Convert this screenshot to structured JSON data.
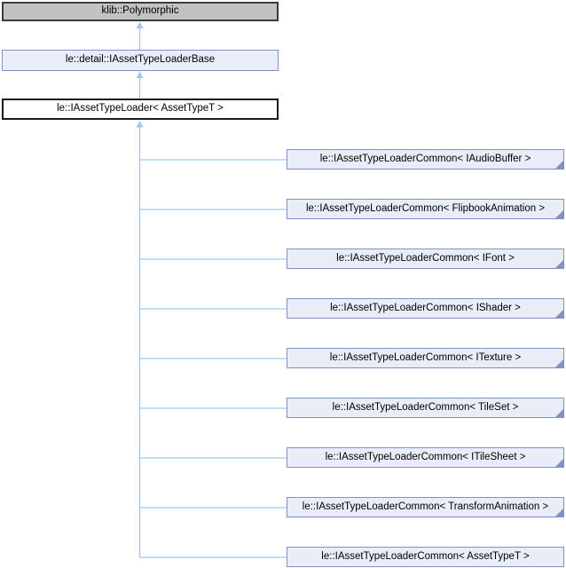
{
  "diagram": {
    "type": "inheritance-graph",
    "nodes": {
      "root": {
        "label": "klib::Polymorphic"
      },
      "base": {
        "label": "le::detail::IAssetTypeLoaderBase"
      },
      "current": {
        "label": "le::IAssetTypeLoader< AssetTypeT >"
      }
    },
    "derived": [
      {
        "label": "le::IAssetTypeLoaderCommon< IAudioBuffer >",
        "fold": true
      },
      {
        "label": "le::IAssetTypeLoaderCommon< FlipbookAnimation >",
        "fold": true
      },
      {
        "label": "le::IAssetTypeLoaderCommon< IFont >",
        "fold": true
      },
      {
        "label": "le::IAssetTypeLoaderCommon< IShader >",
        "fold": true
      },
      {
        "label": "le::IAssetTypeLoaderCommon< ITexture >",
        "fold": true
      },
      {
        "label": "le::IAssetTypeLoaderCommon< TileSet >",
        "fold": true
      },
      {
        "label": "le::IAssetTypeLoaderCommon< ITileSheet >",
        "fold": true
      },
      {
        "label": "le::IAssetTypeLoaderCommon< TransformAnimation >",
        "fold": true
      },
      {
        "label": "le::IAssetTypeLoaderCommon< AssetTypeT >",
        "fold": false
      }
    ],
    "colors": {
      "external_fill": "#c2c2c2",
      "external_border": "#3c3c3c",
      "base_fill": "#e9edf8",
      "base_border": "#8191c4",
      "current_fill": "#ffffff",
      "current_border": "#1b1b1b",
      "derived_fill": "#e9edf8",
      "derived_border": "#8191c4",
      "edge": "#a4c7e7",
      "fold": "#8093c3"
    }
  }
}
